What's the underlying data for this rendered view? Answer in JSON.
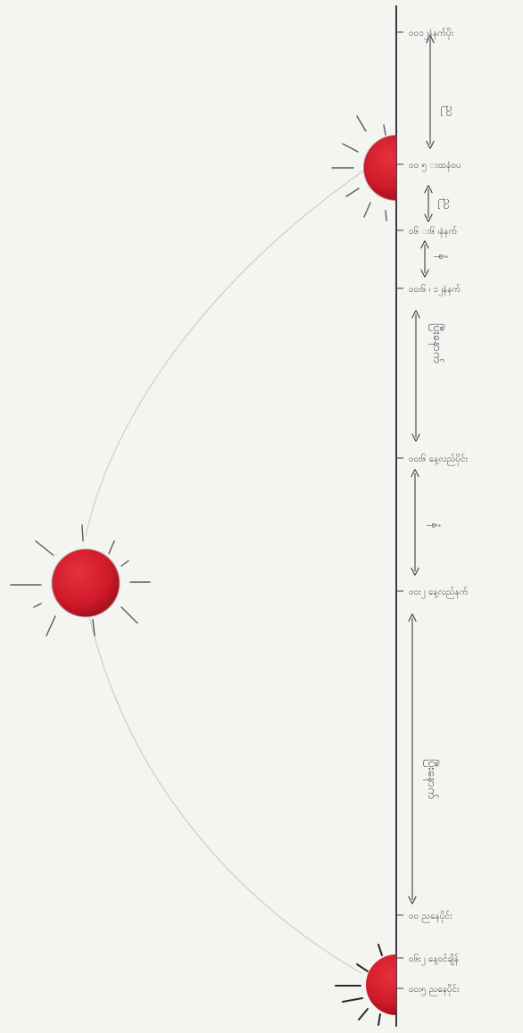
{
  "diagram": {
    "colors": {
      "paper": "#f4f5f1",
      "ink": "#3d3d45",
      "faint": "#c9cbc6",
      "sun": "#d2182a",
      "sun_dark": "#9e0f1c"
    },
    "timeline_labels": [
      {
        "id": "label-1",
        "text": "၀၀၁၂နံနက်ပိုး"
      },
      {
        "id": "label-2",
        "text": "၀၀ ၅ းထနံ၀ပ"
      },
      {
        "id": "label-3",
        "text": "၀၆ း၆ ၊နံနက်"
      },
      {
        "id": "label-4",
        "text": "၀၀း၆ ၊ ၁၂နံနက်"
      },
      {
        "id": "label-5",
        "text": "၀၀း၆ နေ့လည်ပိုင်း"
      },
      {
        "id": "label-6",
        "text": "၀၀း၂ နေ့လည်နက်"
      },
      {
        "id": "label-7",
        "text": "၀၀ ညနေပိုင်း"
      },
      {
        "id": "label-8",
        "text": "၀၆း၂ နေ့ဝင်ချိန်"
      },
      {
        "id": "label-9",
        "text": "၀၀း၅ ညနေပိုင်း"
      }
    ],
    "interval_labels": [
      {
        "id": "interval-1",
        "text": "ည"
      },
      {
        "id": "interval-2",
        "text": "ည"
      },
      {
        "id": "interval-3",
        "text": "နံ"
      },
      {
        "id": "interval-4",
        "text": "ပြီးနောက်"
      },
      {
        "id": "interval-5",
        "text": "နံ"
      },
      {
        "id": "interval-6",
        "text": "ပြီးနောက်"
      }
    ]
  }
}
